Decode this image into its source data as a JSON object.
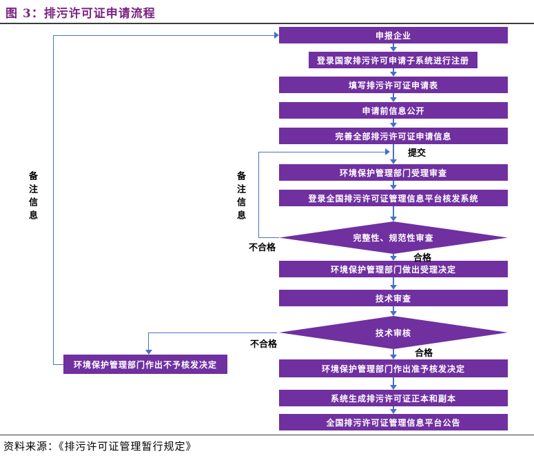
{
  "title": "图 3：排污许可证申请流程",
  "source": "资料来源：《排污许可证管理暂行规定》",
  "colors": {
    "node_fill": "#7030A0",
    "node_text": "#FFFFFF",
    "arrow": "#4472C4",
    "title_text": "#7A2182",
    "divider": "#3A3A3A"
  },
  "flow": {
    "nodes": {
      "n1": "申报企业",
      "n2": "登录国家排污许可申请子系统进行注册",
      "n3": "填写排污许可证申请表",
      "n4": "申请前信息公开",
      "n5": "完善全部排污许可证申请信息",
      "n6": "环境保护管理部门受理审查",
      "n7": "登录全国排污许可证管理信息平台核发系统",
      "d1": "完整性、规范性审查",
      "n8": "环境保护管理部门做出受理决定",
      "n9": "技术审查",
      "d2": "技术审核",
      "n10": "环境保护管理部门作出准予核发决定",
      "n11": "系统生成排污许可证正本和副本",
      "n12": "全国排污许可证管理信息平台公告",
      "reject": "环境保护管理部门作出不予核发决定"
    },
    "labels": {
      "submit": "提交",
      "pass1": "合格",
      "fail1": "不合格",
      "pass2": "合格",
      "fail2": "不合格",
      "note1": "备注信息",
      "note2": "备注信息"
    }
  }
}
